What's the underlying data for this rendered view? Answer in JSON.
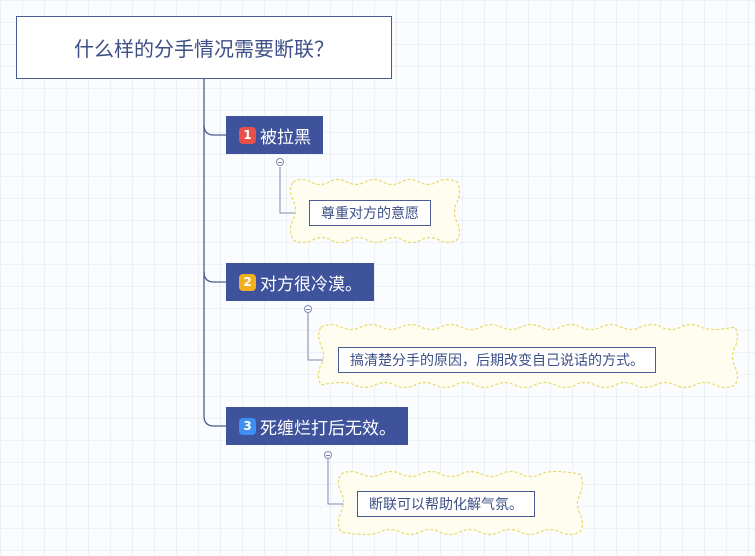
{
  "root": {
    "title": "什么样的分手情况需要断联？"
  },
  "colors": {
    "topic_fill": "#3f539c",
    "line": "#4a5c93",
    "boundary_stroke": "#e8d96a",
    "boundary_fill": "#fffdf0"
  },
  "branches": [
    {
      "marker": "1",
      "marker_color": "#e8504a",
      "label": "被拉黑",
      "detail": "尊重对方的意愿"
    },
    {
      "marker": "2",
      "marker_color": "#f2b01e",
      "label": "对方很冷漠。",
      "detail": "搞清楚分手的原因，后期改变自己说话的方式。"
    },
    {
      "marker": "3",
      "marker_color": "#3d8ff2",
      "label": "死缠烂打后无效。",
      "detail": "断联可以帮助化解气氛。"
    }
  ]
}
